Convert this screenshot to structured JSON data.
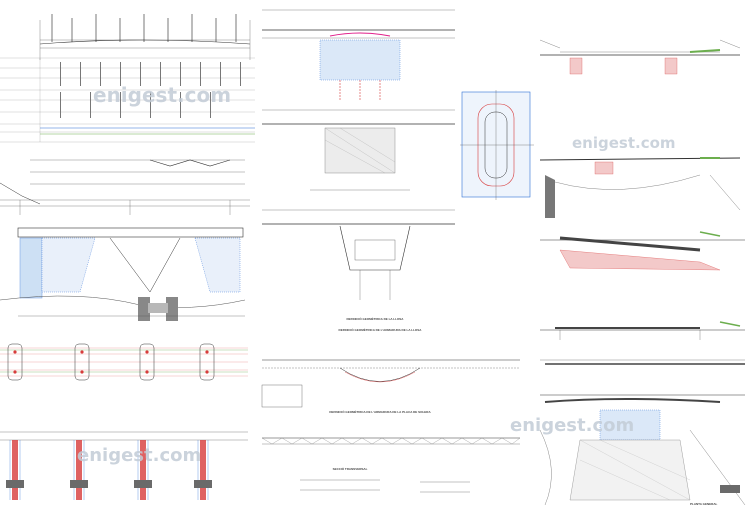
{
  "watermarks": [
    "enigest.com",
    "enigest.com",
    "enigest.com",
    "enigest.com"
  ],
  "captions": {
    "c1": "DEFINICIÓ GEOMÈTRICA DE LA LLOSA",
    "c2": "DEFINICIÓ GEOMÈTRICA DE L'ARMADURA DE LA LLOSA",
    "c3": "DEFINICIÓ GEOMÈTRICA DE L'ARMADURA DE LA PLACA DE SOLERA",
    "c4": "SECCIÓ TRANSVERSAL",
    "c5": "PLANTA GENERAL"
  },
  "colors": {
    "blue": "#2f6fd6",
    "red": "#d83c3c",
    "pink": "#f3c9c9",
    "green": "#6cae4e",
    "gray": "#9a9a9a"
  }
}
